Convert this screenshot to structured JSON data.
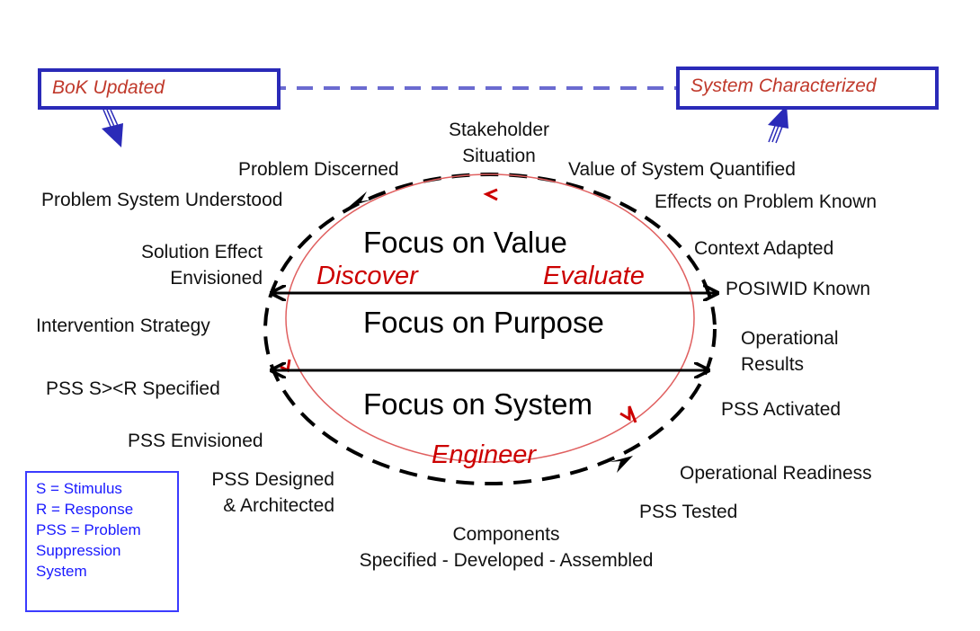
{
  "boxes": {
    "left": "BoK Updated",
    "right": "System Characterized"
  },
  "top_label": [
    "Stakeholder",
    "Situation"
  ],
  "left_labels": {
    "problem_discerned": "Problem Discerned",
    "problem_system_understood": "Problem System Understood",
    "solution_effect": [
      "Solution Effect",
      "Envisioned"
    ],
    "intervention_strategy": "Intervention Strategy",
    "pss_sr_specified": "PSS S><R Specified",
    "pss_envisioned": "PSS Envisioned",
    "pss_designed": [
      "PSS Designed",
      "& Architected"
    ]
  },
  "right_labels": {
    "value_quantified": "Value of System Quantified",
    "effects_known": "Effects on Problem Known",
    "context_adapted": "Context Adapted",
    "posiwid_known": "POSIWID Known",
    "operational_results": [
      "Operational",
      "Results"
    ],
    "pss_activated": "PSS Activated",
    "operational_readiness": "Operational Readiness",
    "pss_tested": "PSS Tested"
  },
  "bottom_label": [
    "Components",
    "Specified - Developed - Assembled"
  ],
  "focus": {
    "value": "Focus on Value",
    "purpose": "Focus on Purpose",
    "system": "Focus on System"
  },
  "phases": {
    "discover": "Discover",
    "evaluate": "Evaluate",
    "engineer": "Engineer"
  },
  "legend": [
    "S = Stimulus",
    "R = Response",
    "PSS = Problem",
    "Suppression",
    "System"
  ],
  "colors": {
    "box_border": "#2a2ab8",
    "box_text": "#c0392b",
    "phase_text": "#cc0000",
    "inner_ellipse": "#e06060",
    "legend_text": "#1a1aff"
  }
}
